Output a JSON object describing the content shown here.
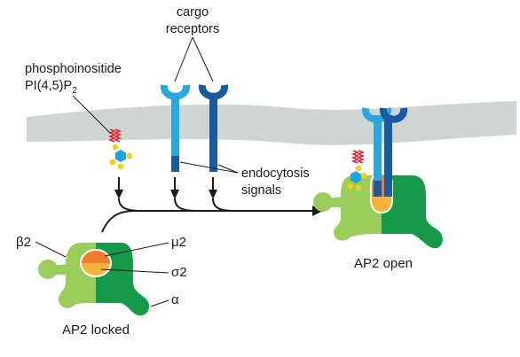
{
  "labels": {
    "cargo_line1": "cargo",
    "cargo_line2": "receptors",
    "phospho_line1": "phosphoinositide",
    "phospho_line2_main": "PI(4,5)P",
    "phospho_line2_sub": "2",
    "endocytosis_line1": "endocytosis",
    "endocytosis_line2": "signals",
    "beta2": "β2",
    "mu2": "μ2",
    "sigma2": "σ2",
    "alpha": "α",
    "ap2_locked": "AP2 locked",
    "ap2_open": "AP2 open"
  },
  "colors": {
    "membrane": "#cfd5d2",
    "receptor_light": "#29a8e0",
    "receptor_dark": "#1a5a9e",
    "ap2_light_green": "#9bcd5a",
    "ap2_dark_green": "#149a48",
    "mu2_orange": "#ee7d2e",
    "sigma2_yellow": "#f6b23b",
    "lipid_red": "#d7282f",
    "lipid_yellow": "#f2cf1f",
    "lipid_blue": "#1ba6e3"
  }
}
